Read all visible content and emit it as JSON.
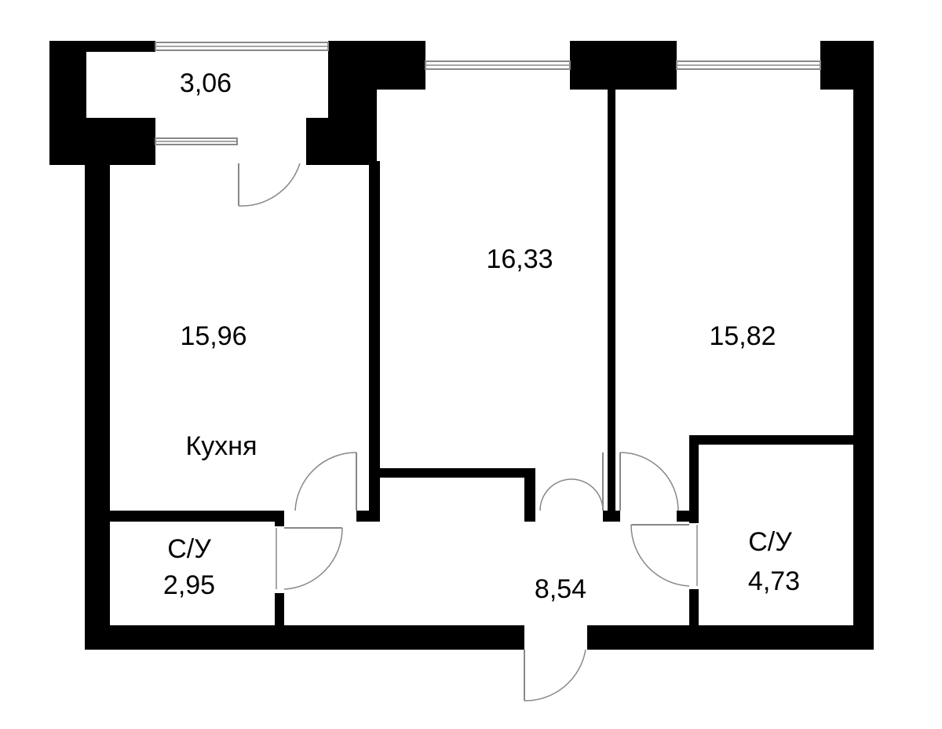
{
  "colors": {
    "wall": "#000000",
    "background": "#ffffff",
    "fixture_line": "#888888"
  },
  "rooms": {
    "balcony": {
      "area": "3,06"
    },
    "kitchen": {
      "area": "15,96",
      "name": "Кухня"
    },
    "room_middle": {
      "area": "16,33"
    },
    "room_right": {
      "area": "15,82"
    },
    "bathroom_left": {
      "name": "С/У",
      "area": "2,95"
    },
    "hallway": {
      "area": "8,54"
    },
    "bathroom_right": {
      "name": "С/У",
      "area": "4,73"
    }
  }
}
